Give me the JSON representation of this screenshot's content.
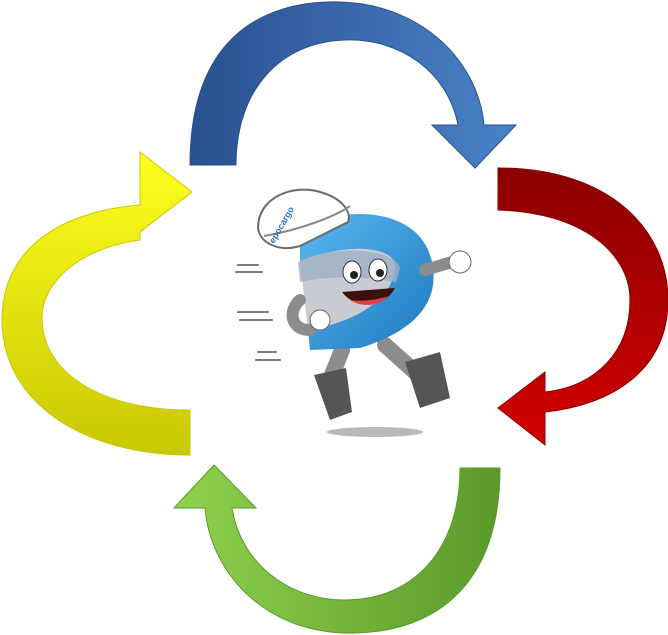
{
  "diagram": {
    "type": "cycle",
    "direction": "clockwise",
    "arrows": [
      {
        "name": "top-arrow",
        "color": "#3f6fb3",
        "color_dark": "#2a5090"
      },
      {
        "name": "right-arrow",
        "color": "#c00000",
        "color_dark": "#8a0000"
      },
      {
        "name": "bottom-arrow",
        "color": "#7bc142",
        "color_dark": "#5a9a2a"
      },
      {
        "name": "left-arrow",
        "color": "#f2f200",
        "color_dark": "#c8c800"
      }
    ]
  },
  "mascot": {
    "icon": "running-mascot-icon",
    "helmet_text": "epocargo",
    "body_color": "#2e9ad8",
    "helmet_color": "#ffffff"
  }
}
